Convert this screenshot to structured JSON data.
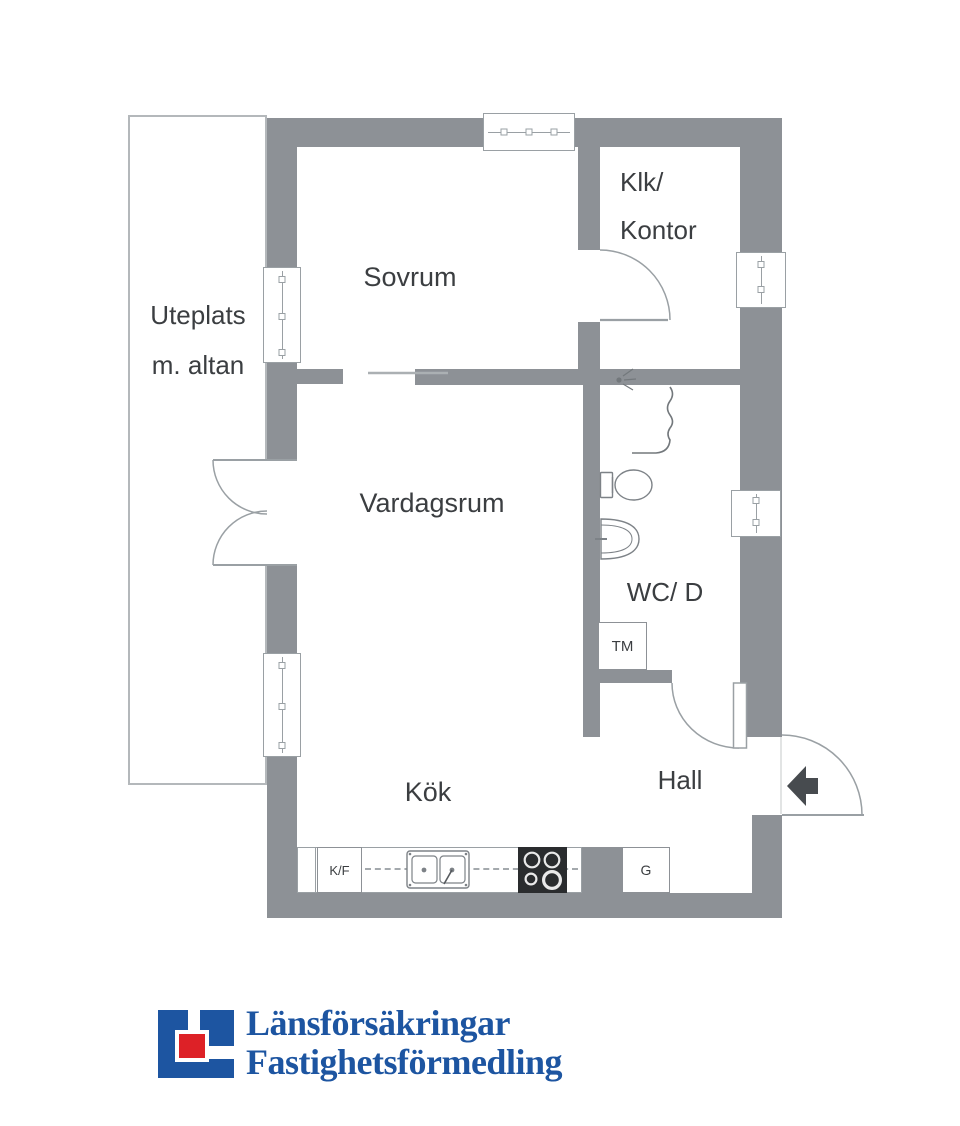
{
  "floorplan": {
    "rooms": {
      "bedroom": "Sovrum",
      "closet_office": [
        "Klk/",
        "Kontor"
      ],
      "patio": [
        "Uteplats",
        "m. altan"
      ],
      "living_room": "Vardagsrum",
      "bathroom": "WC/ D",
      "hall": "Hall",
      "kitchen": "Kök"
    },
    "fixtures": {
      "fridge_freezer": "K/F",
      "washing_machine": "TM",
      "wardrobe": "G"
    },
    "icons": {
      "entrance_arrow": "left-arrow-icon",
      "stove": "four-burner-stove-icon",
      "kitchen_sink": "double-basin-sink-icon",
      "toilet": "toilet-icon",
      "washbasin": "washbasin-icon",
      "shower": "shower-head-curtain-icon",
      "window": "window-symbol",
      "door": "door-swing-arc"
    },
    "colors": {
      "wall_gray": "#8d9196",
      "line_gray": "#9aa0a4",
      "text_dark": "#3b3e41",
      "background": "#ffffff",
      "logo_blue": "#1d55a1",
      "logo_red": "#dd2127"
    }
  },
  "footer": {
    "brand_line1": "Länsförsäkringar",
    "brand_line2": "Fastighetsförmedling"
  }
}
